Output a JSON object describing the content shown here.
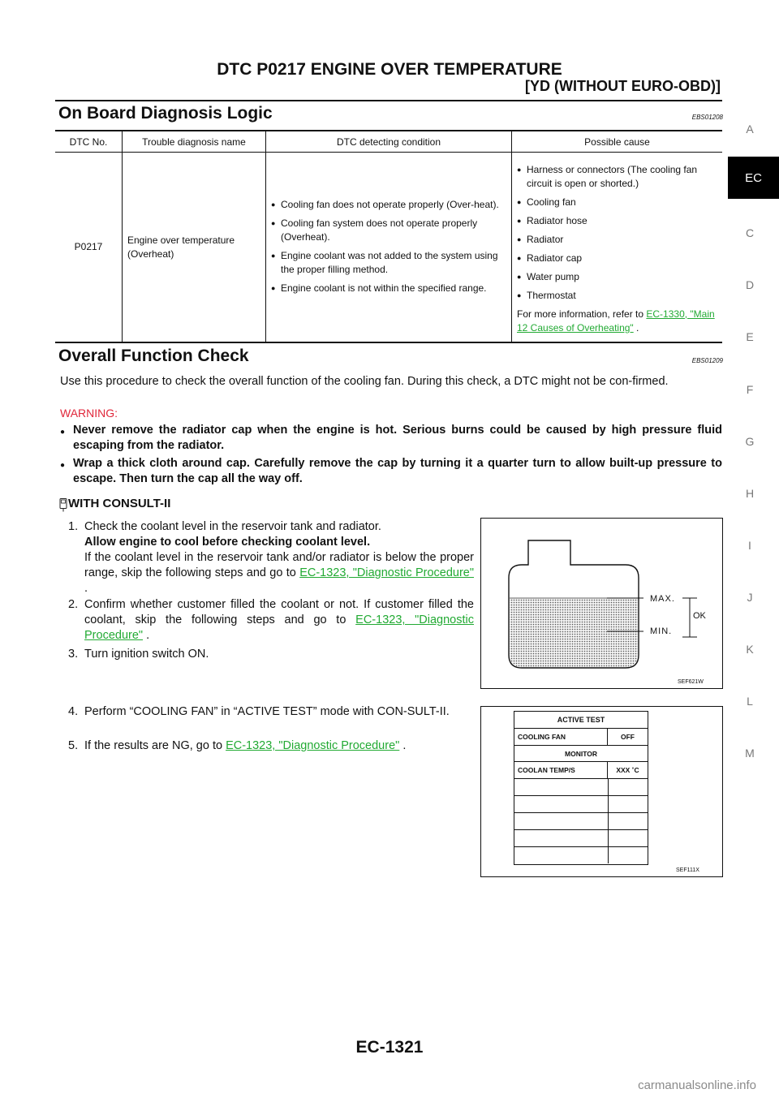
{
  "header": {
    "title": "DTC P0217 ENGINE OVER TEMPERATURE",
    "subtitle": "[YD (WITHOUT EURO-OBD)]"
  },
  "side_index": {
    "letters": [
      "A",
      "C",
      "D",
      "E",
      "F",
      "G",
      "H",
      "I",
      "J",
      "K",
      "L",
      "M"
    ],
    "active": "EC"
  },
  "section1": {
    "title": "On Board Diagnosis Logic",
    "code": "EBS01208",
    "table": {
      "headers": [
        "DTC No.",
        "Trouble diagnosis name",
        "DTC detecting condition",
        "Possible cause"
      ],
      "dtc_no": "P0217",
      "name": "Engine over temperature (Overheat)",
      "conditions": [
        "Cooling fan does not operate properly (Over-heat).",
        "Cooling fan system does not operate properly (Overheat).",
        "Engine coolant was not added to the system using the proper filling method.",
        "Engine coolant is not within the specified range."
      ],
      "causes": [
        "Harness or connectors (The cooling fan circuit is open or shorted.)",
        "Cooling fan",
        "Radiator hose",
        "Radiator",
        "Radiator cap",
        "Water pump",
        "Thermostat"
      ],
      "more_info_prefix": "For more information, refer to ",
      "more_info_link": "EC-1330, \"Main 12 Causes of Overheating\"",
      "more_info_suffix": " ."
    }
  },
  "section2": {
    "title": "Overall Function Check",
    "code": "EBS01209",
    "intro": "Use this procedure to check the overall function of the cooling fan. During this check, a DTC might not be con-firmed.",
    "warning_label": "WARNING:",
    "warnings": [
      "Never remove the radiator cap when the engine is hot. Serious burns could be caused by high pressure fluid escaping from the radiator.",
      "Wrap a thick cloth around cap. Carefully remove the cap by turning it a quarter turn to allow built-up pressure to escape. Then turn the cap all the way off."
    ],
    "consult_heading": "WITH CONSULT-II",
    "steps": [
      {
        "num": "1.",
        "text": "Check the coolant level in the reservoir tank and radiator.",
        "bold": "Allow engine to cool before checking coolant level.",
        "text2": "If the coolant level in the reservoir tank and/or radiator is below the proper range, skip the following steps and go to ",
        "link": "EC-1323, \"Diagnostic Procedure\"",
        "suffix": " ."
      },
      {
        "num": "2.",
        "text": "Confirm whether customer filled the coolant or not. If customer filled the coolant, skip the following steps and go to ",
        "link": "EC-1323, \"Diagnostic Procedure\"",
        "suffix": " ."
      },
      {
        "num": "3.",
        "text": "Turn ignition switch ON."
      },
      {
        "num": "4.",
        "text": "Perform “COOLING FAN” in “ACTIVE TEST” mode with CON-SULT-II."
      },
      {
        "num": "5.",
        "text": "If the results are NG, go to ",
        "link": "EC-1323, \"Diagnostic Procedure\"",
        "suffix": " ."
      }
    ]
  },
  "figure1": {
    "labels": {
      "max": "MAX.",
      "min": "MIN.",
      "ok": "OK"
    },
    "code": "SEF621W"
  },
  "figure2": {
    "title": "ACTIVE TEST",
    "row1": {
      "item": "COOLING FAN",
      "value": "OFF"
    },
    "monitor": "MONITOR",
    "row2": {
      "item": "COOLAN TEMP/S",
      "value": "XXX ˚C"
    },
    "code": "SEF111X"
  },
  "footer": {
    "page": "EC-1321"
  },
  "watermark": "carmanualsonline.info"
}
